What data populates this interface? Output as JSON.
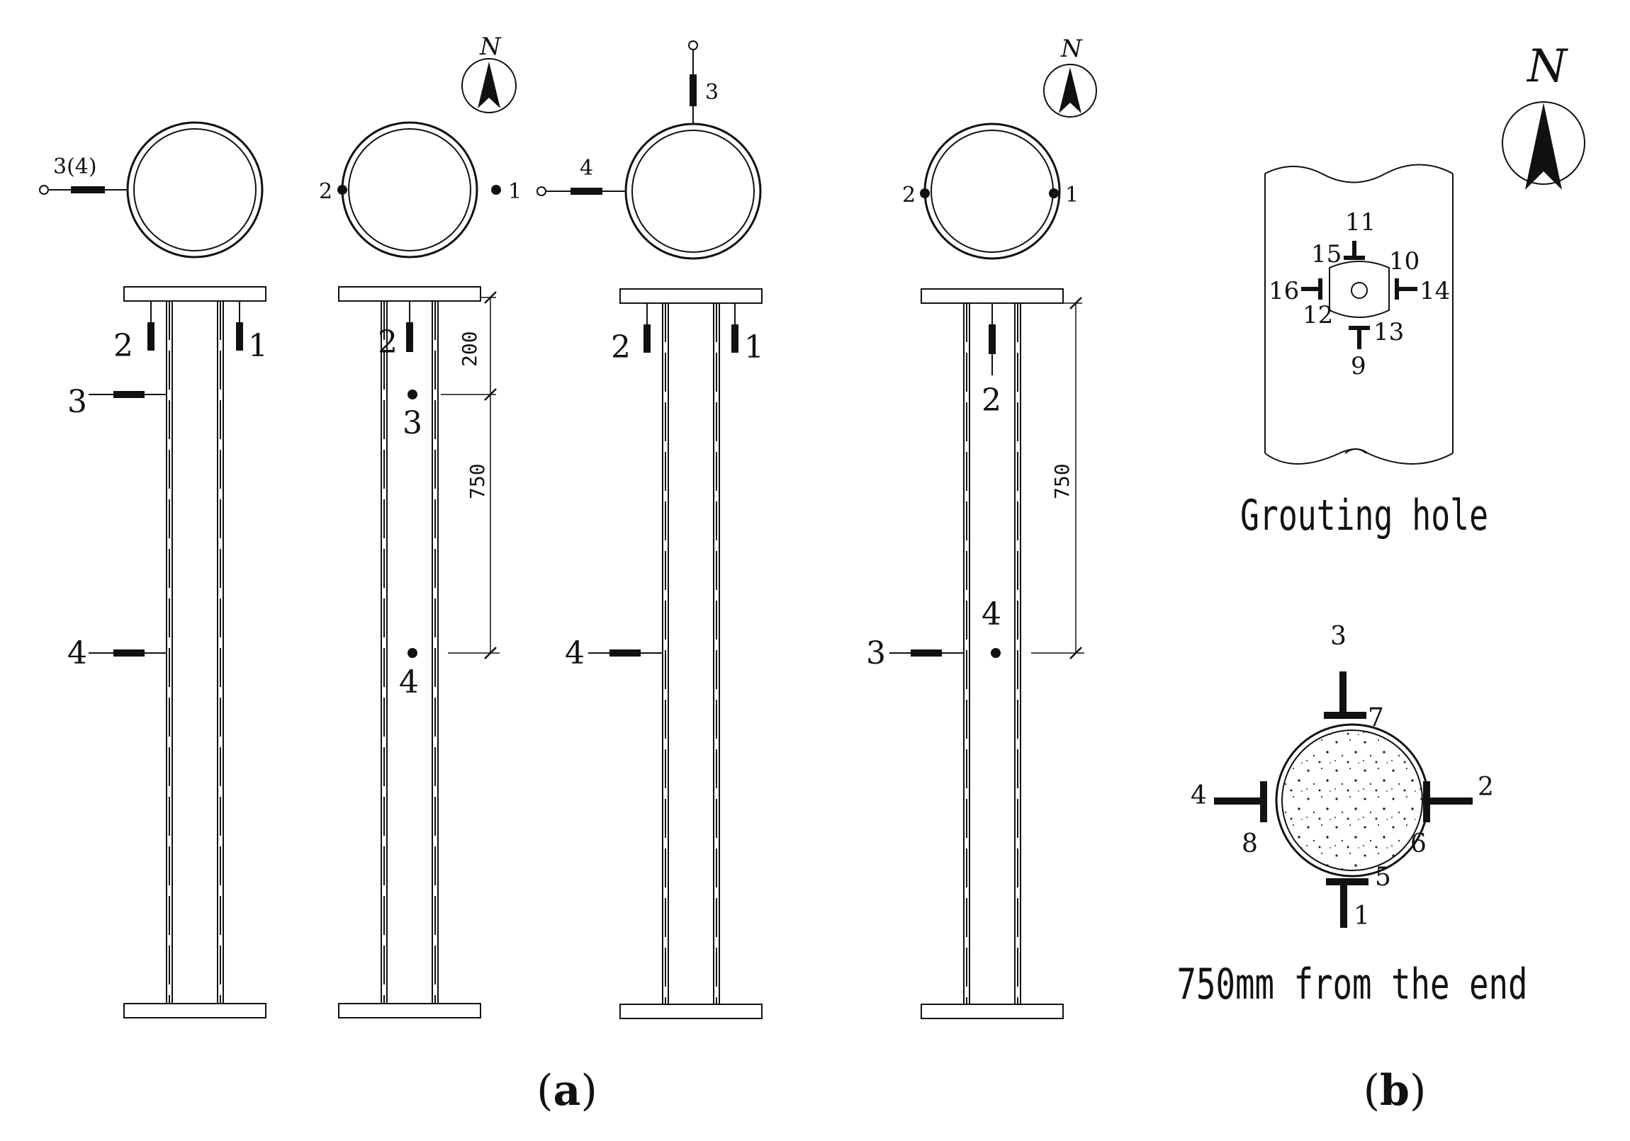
{
  "panel_a": {
    "columns": [
      {
        "plan_labels": [
          "3(4)"
        ],
        "elev_labels": [
          "2",
          "1",
          "3",
          "4"
        ]
      },
      {
        "plan_labels": [
          "2",
          "1"
        ],
        "elev_labels": [
          "2",
          "3",
          "4"
        ],
        "dims": [
          "200",
          "750"
        ]
      },
      {
        "plan_labels": [
          "4",
          "3"
        ],
        "elev_labels": [
          "2",
          "1",
          "4"
        ]
      },
      {
        "plan_labels": [
          "2",
          "1"
        ],
        "elev_labels": [
          "2",
          "4",
          "3"
        ],
        "dims": [
          "750"
        ]
      }
    ],
    "north_label": "N",
    "caption_open": "(",
    "caption_letter": "a",
    "caption_close": ")"
  },
  "panel_b": {
    "north_label": "N",
    "grout": {
      "title": "Grouting hole",
      "labels": [
        "11",
        "15",
        "10",
        "16",
        "14",
        "12",
        "13",
        "9"
      ]
    },
    "section": {
      "title": "750mm from the end",
      "labels": [
        "3",
        "7",
        "4",
        "2",
        "8",
        "6",
        "5",
        "1"
      ]
    },
    "caption_open": "(",
    "caption_letter": "b",
    "caption_close": ")"
  }
}
